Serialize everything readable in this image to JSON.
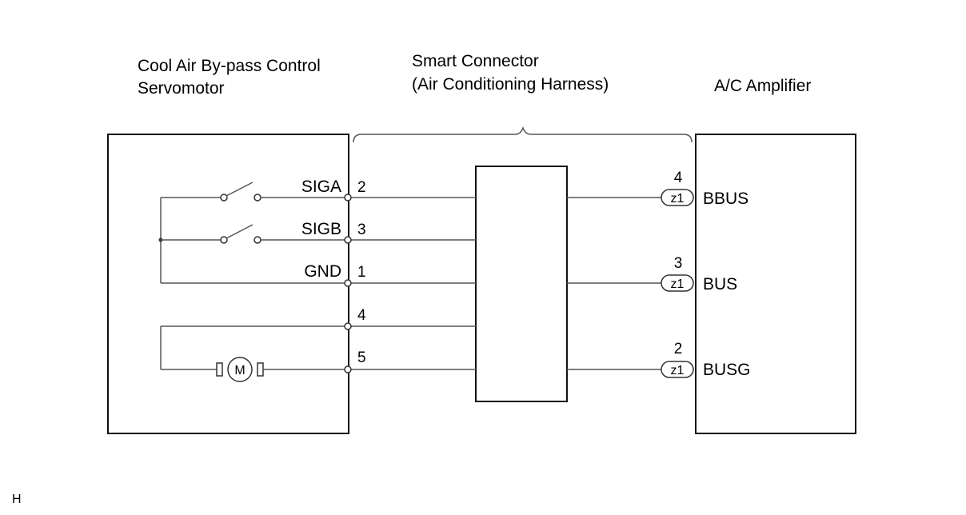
{
  "components": {
    "servomotor": {
      "name_line1": "Cool Air By-pass Control",
      "name_line2": "Servomotor"
    },
    "smart_connector": {
      "name_line1": "Smart Connector",
      "name_line2": "(Air Conditioning Harness)"
    },
    "amplifier": {
      "name": "A/C Amplifier"
    }
  },
  "servo_pins": [
    {
      "signal": "SIGA",
      "pin": "2"
    },
    {
      "signal": "SIGB",
      "pin": "3"
    },
    {
      "signal": "GND",
      "pin": "1"
    },
    {
      "signal": "",
      "pin": "4"
    },
    {
      "signal": "",
      "pin": "5"
    }
  ],
  "motor_label": "M",
  "amp_pins": [
    {
      "pin": "4",
      "connector": "z1",
      "signal": "BBUS"
    },
    {
      "pin": "3",
      "connector": "z1",
      "signal": "BUS"
    },
    {
      "pin": "2",
      "connector": "z1",
      "signal": "BUSG"
    }
  ],
  "corner_mark": "H"
}
